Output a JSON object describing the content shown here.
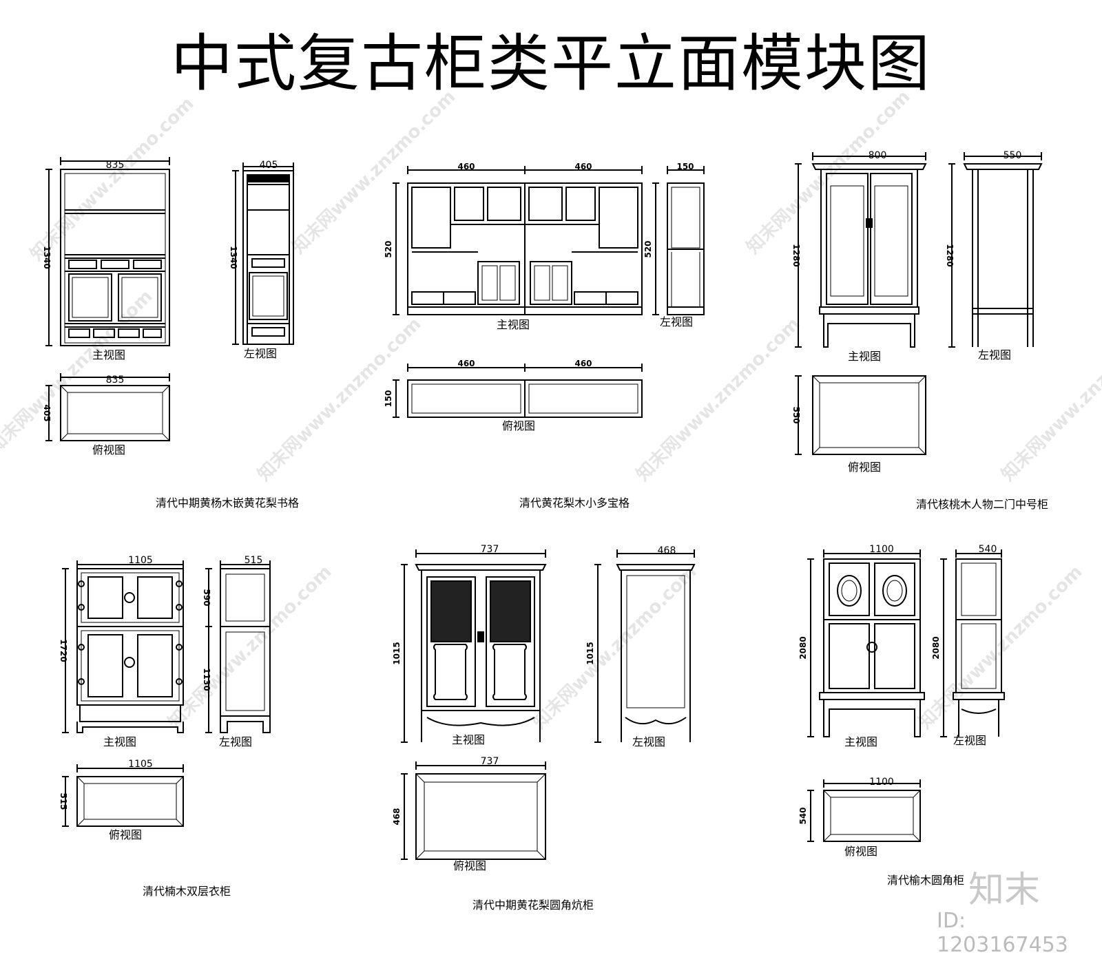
{
  "title": "中式复古柜类平立面模块图",
  "watermark": "知末网www.znzmo.com",
  "logo_text": "知末",
  "image_id": "ID: 1203167453",
  "views": {
    "front": "主视图",
    "left": "左视图",
    "top": "俯视图"
  },
  "cabinets": [
    {
      "name": "清代中期黄杨木嵌黄花梨书格",
      "front_width": "835",
      "front_height": "1340",
      "side_width": "405",
      "side_height": "1340",
      "top_width": "835",
      "top_depth": "405"
    },
    {
      "name": "清代黄花梨木小多宝格",
      "front_width_a": "460",
      "front_width_b": "460",
      "front_height": "520",
      "side_width": "150",
      "side_height": "520",
      "top_width_a": "460",
      "top_width_b": "460",
      "top_depth": "150"
    },
    {
      "name": "清代核桃木人物二门中号柜",
      "front_width": "800",
      "front_height": "1280",
      "side_width": "550",
      "side_height": "1280",
      "top_depth": "550"
    },
    {
      "name": "清代楠木双层衣柜",
      "front_width": "1105",
      "front_height": "1720",
      "side_width": "515",
      "side_upper": "590",
      "side_lower": "1130",
      "top_width": "1105",
      "top_depth": "515"
    },
    {
      "name": "清代中期黄花梨圆角炕柜",
      "front_width": "737",
      "front_height": "1015",
      "side_width": "468",
      "side_height": "1015",
      "top_width": "737",
      "top_depth": "468"
    },
    {
      "name": "清代榆木圆角柜",
      "front_width": "1100",
      "front_height": "2080",
      "side_width": "540",
      "side_height": "2080",
      "top_width": "1100",
      "top_depth": "540"
    }
  ]
}
